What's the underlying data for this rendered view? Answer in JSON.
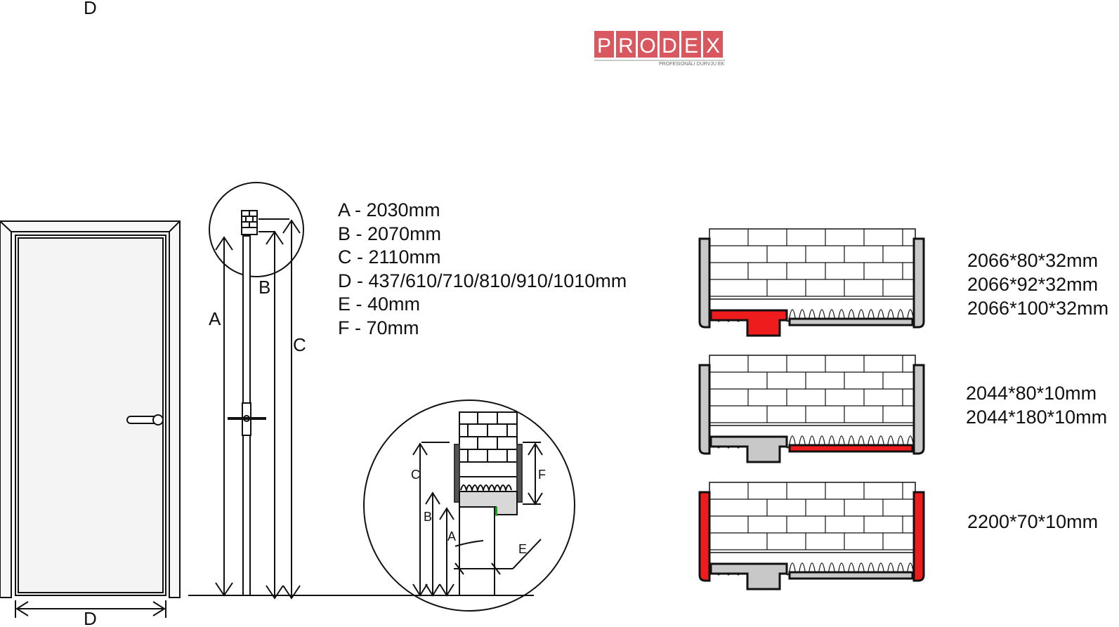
{
  "top_label": "D",
  "logo": {
    "text": "PRODEX",
    "letters": [
      "P",
      "R",
      "O",
      "D",
      "E",
      "X"
    ],
    "tagline": "PROFESIONĀLI DURVJU EKSPERTI",
    "color": "#d9575e"
  },
  "labels": {
    "a": "A",
    "b": "B",
    "c": "C",
    "d": "D",
    "e": "E",
    "f": "F"
  },
  "specs": [
    "A - 2030mm",
    "B - 2070mm",
    "C - 2110mm",
    "D - 437/610/710/810/910/1010mm",
    "E - 40mm",
    "F - 70mm"
  ],
  "profiles": [
    {
      "dims": [
        "2066*80*32mm",
        "2066*92*32mm",
        "2066*100*32mm"
      ],
      "highlight": "front"
    },
    {
      "dims": [
        "2044*80*10mm",
        "2044*180*10mm"
      ],
      "highlight": "back"
    },
    {
      "dims": [
        "2200*70*10mm"
      ],
      "highlight": "sides"
    }
  ],
  "colors": {
    "red": "#ee1c1c",
    "gray": "#c8c8c8",
    "line": "#111111"
  }
}
